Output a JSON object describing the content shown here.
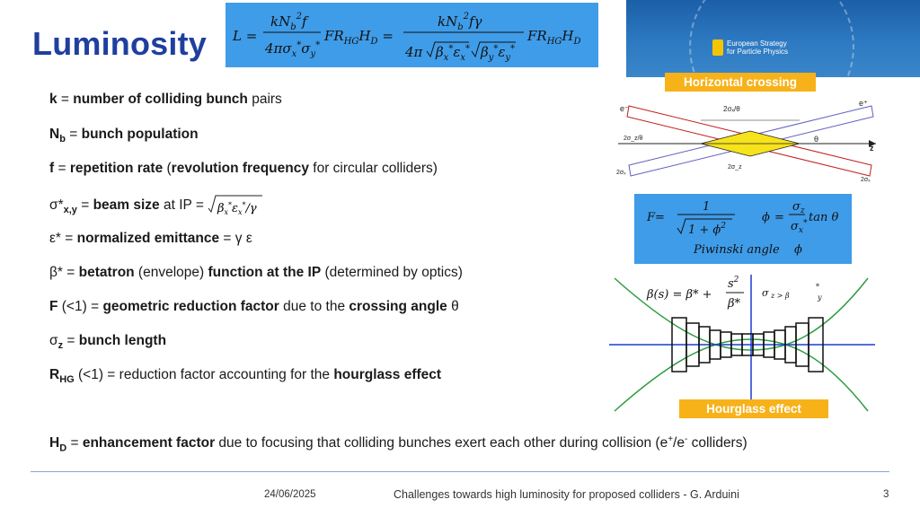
{
  "slide": {
    "title": "Luminosity",
    "photo_logo": [
      "European Strategy",
      "for Particle Physics"
    ],
    "label_horizontal": "Horizontal crossing",
    "label_hourglass": "Hourglass effect",
    "piwinski": "Piwinski angle",
    "beta_relation": "σ",
    "defs": {
      "k": {
        "sym": "k",
        "eq": " = ",
        "b1": "number of colliding bunch",
        "t1": " pairs"
      },
      "nb": {
        "sym": "N",
        "sub": "b",
        "eq": " = ",
        "b1": "bunch population"
      },
      "f": {
        "sym": "f",
        "eq": " = ",
        "b1": "repetition rate",
        "t1": " (",
        "b2": "revolution frequency",
        "t2": " for circular colliders)"
      },
      "sigma": {
        "sym": "σ*",
        "sub": "x,y",
        "eq": " = ",
        "b1": "beam size",
        "t1": " at IP = "
      },
      "eps": {
        "sym": "ε*",
        "eq": " = ",
        "b1": "normalized emittance",
        "t1": " = γ ε"
      },
      "beta": {
        "sym": "β*",
        "eq": " = ",
        "b1": "betatron",
        "t1": " (envelope) ",
        "b2": "function at the IP",
        "t2": " (determined by optics)"
      },
      "F": {
        "sym": "F",
        "t0": " (<1) = ",
        "b1": "geometric reduction factor",
        "t1": " due to the ",
        "b2": "crossing angle",
        "t2": " θ"
      },
      "sigz": {
        "sym": "σ",
        "sub": "z",
        "eq": " = ",
        "b1": "bunch length"
      },
      "rhg": {
        "sym": "R",
        "sub": "HG",
        "t0": " (<1) = reduction factor accounting for the ",
        "b1": "hourglass effect"
      },
      "hd": {
        "sym": "H",
        "sub": "D",
        "eq": " = ",
        "b1": "enhancement factor",
        "t1": " due to focusing that colliding bunches exert each other during collision (e",
        "t2": "/e",
        "t3": " colliders)"
      }
    },
    "diagram": {
      "e_minus": "e⁻",
      "z": "z",
      "theta": "θ",
      "top": "2σₓ/θ",
      "left1": "2σ_z/θ",
      "left2": "2σₓ",
      "mid": "2σ_z",
      "right": "2σₓ"
    }
  },
  "footer": {
    "date": "24/06/2025",
    "center": "Challenges towards high luminosity for proposed colliders - G. Arduini",
    "page": "3"
  },
  "colors": {
    "title": "#1f3f9f",
    "box": "#3f9ce8",
    "orange": "#f7b21a",
    "curve": "#2e9b3f"
  }
}
